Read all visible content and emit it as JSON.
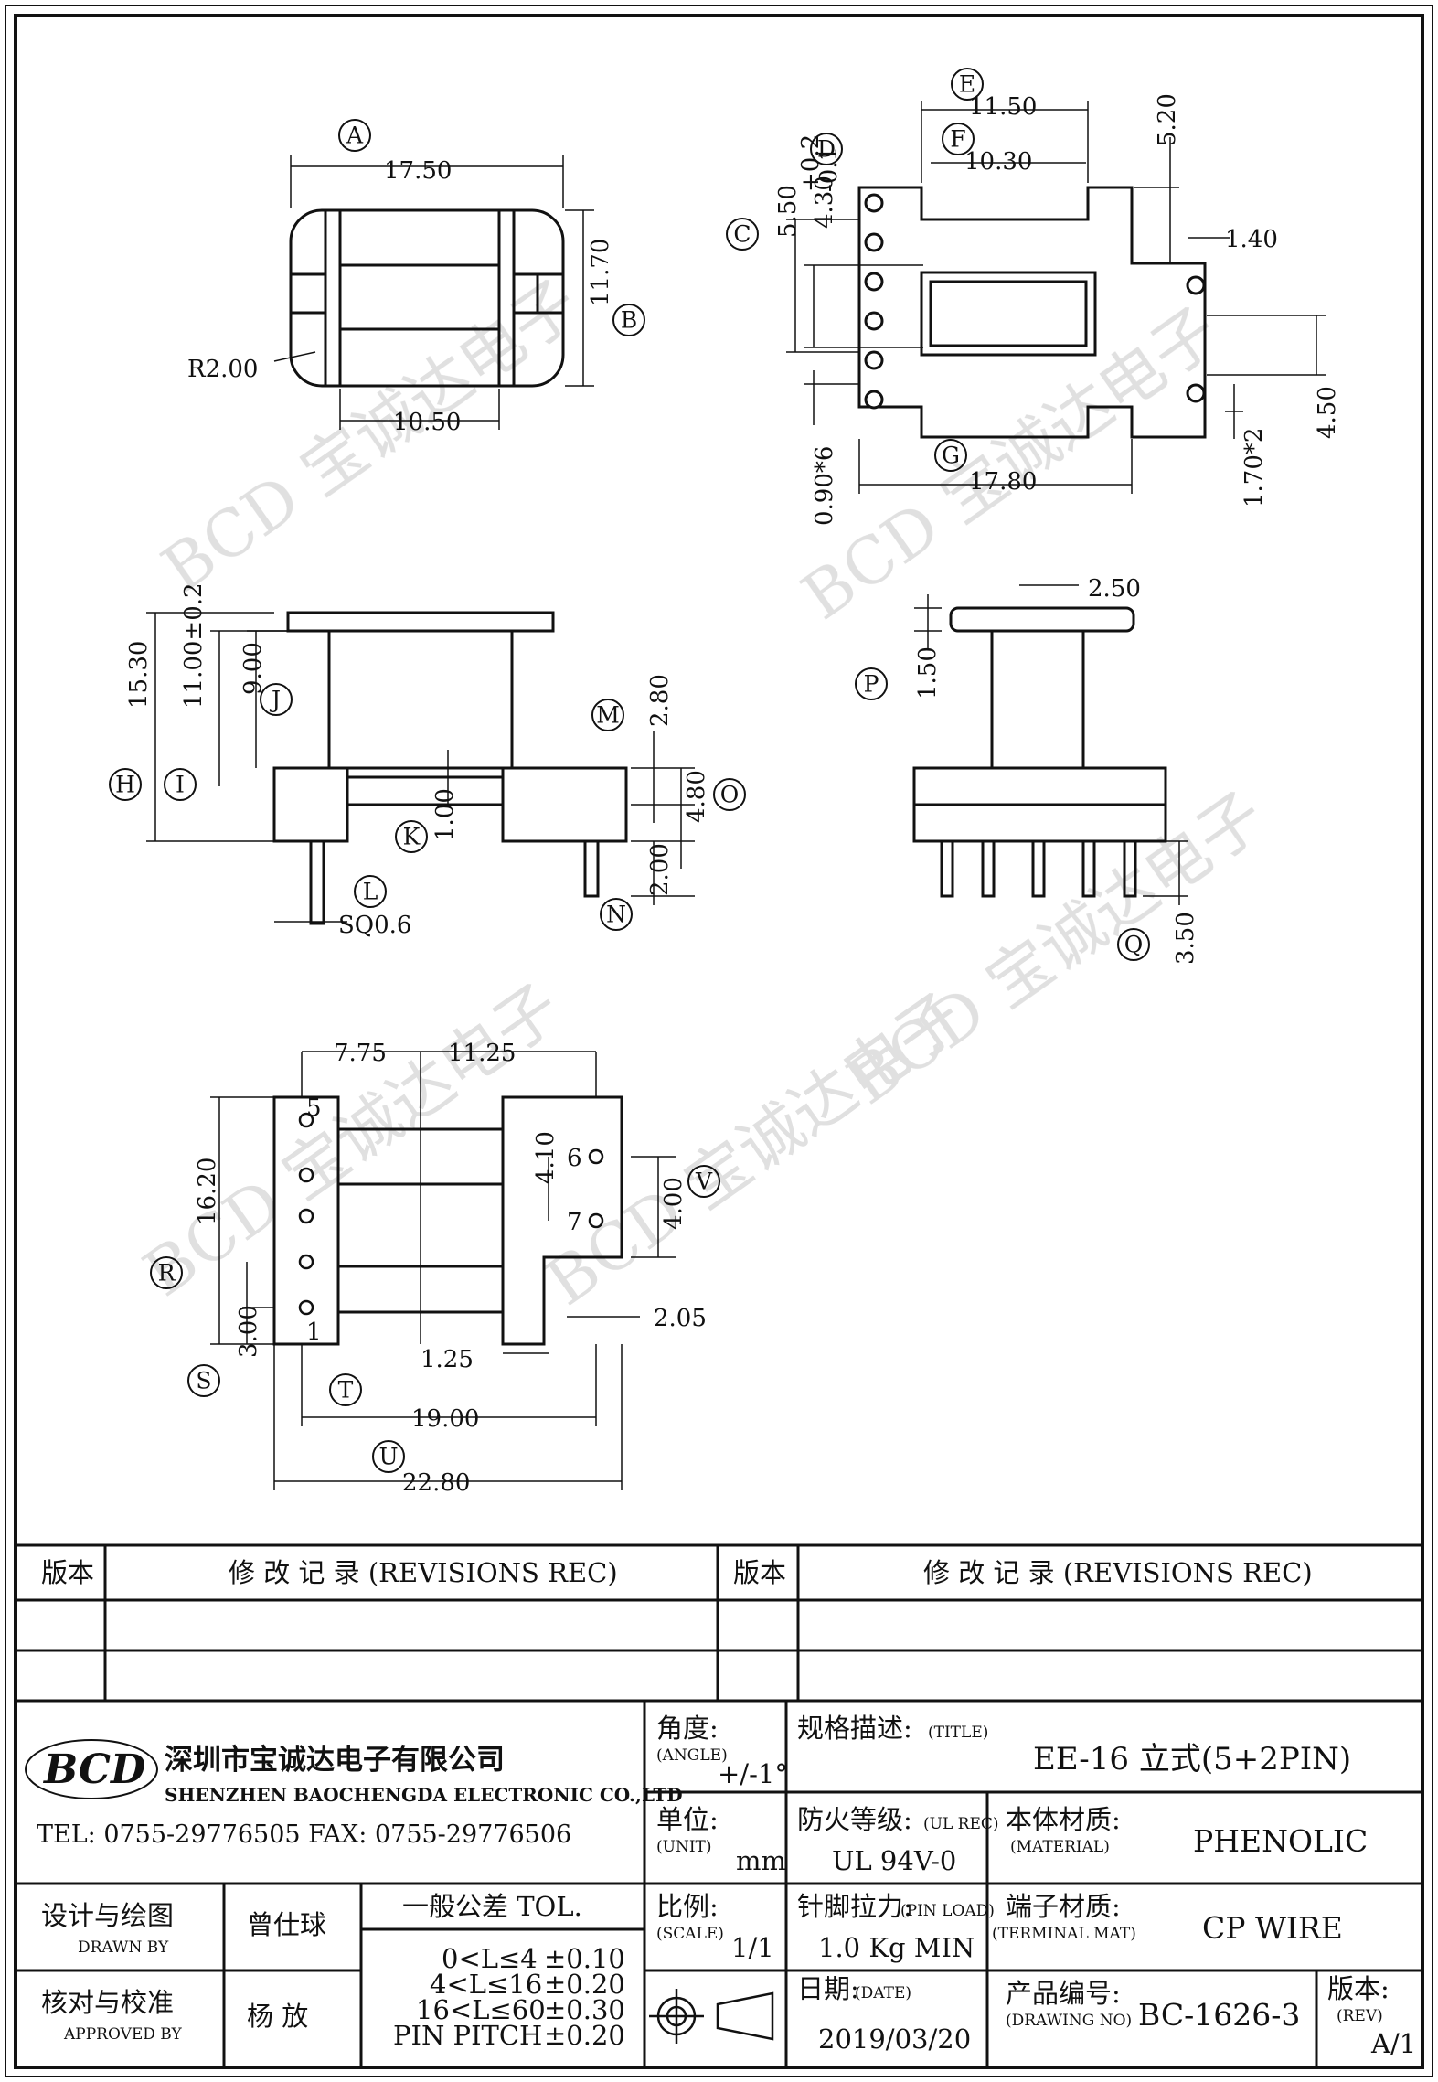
{
  "watermark": "BCD 宝诚达电子",
  "labels": [
    "A",
    "B",
    "C",
    "D",
    "E",
    "F",
    "G",
    "H",
    "I",
    "J",
    "K",
    "L",
    "M",
    "N",
    "O",
    "P",
    "Q",
    "R",
    "S",
    "T",
    "U",
    "V"
  ],
  "dimensions": {
    "top_left": {
      "width": "17.50",
      "height": "11.70",
      "inner": "10.50",
      "radius": "R2.00"
    },
    "top_right": {
      "e": "11.50",
      "f": "10.30",
      "d": "4.30",
      "d_tol_upper": "+0.2",
      "d_tol_lower": "-0.1",
      "c": "5.50",
      "g": "17.80",
      "r1": "5.20",
      "r2": "1.40",
      "r3": "4.50",
      "pitch1": "0.90*6",
      "pitch2": "1.70*2"
    },
    "mid_left": {
      "h": "15.30",
      "i": "11.00±0.2",
      "j": "9.00",
      "k": "1.00",
      "l": "SQ0.6",
      "m": "2.80",
      "o": "4.80",
      "n": "2.00"
    },
    "mid_right": {
      "top": "2.50",
      "p": "1.50",
      "q": "3.50"
    },
    "bottom": {
      "a": "7.75",
      "b": "11.25",
      "r": "16.20",
      "s": "3.00",
      "t": "19.00",
      "u": "22.80",
      "v1": "4.10",
      "v2": "4.00",
      "w": "2.05",
      "x": "1.25",
      "pin5": "5",
      "pin1": "1",
      "pin6": "6",
      "pin7": "7"
    }
  },
  "revisions": {
    "ver_label": "版本",
    "rec_label": "修 改 记 录 (REVISIONS REC)"
  },
  "title_block": {
    "company_cn": "深圳市宝诚达电子有限公司",
    "company_en": "SHENZHEN BAOCHENGDA ELECTRONIC CO.,LTD",
    "phone": "TEL: 0755-29776505  FAX: 0755-29776506",
    "logo": "BCD",
    "angle_label": "角度:",
    "angle_en": "(ANGLE)",
    "angle_value": "+/-1°",
    "title_label": "规格描述:",
    "title_en": "(TITLE)",
    "title_value": "EE-16 立式(5+2PIN)",
    "unit_label": "单位:",
    "unit_en": "(UNIT)",
    "unit_value": "mm",
    "ul_label": "防火等级:",
    "ul_en": "(UL REC)",
    "ul_value": "UL 94V-0",
    "material_label": "本体材质:",
    "material_en": "(MATERIAL)",
    "material_value": "PHENOLIC",
    "drawn_label": "设计与绘图",
    "drawn_en": "DRAWN BY",
    "drawn_value": "曾仕球",
    "tol_label": "一般公差 TOL.",
    "tol_rows": [
      {
        "range": "0<L≤4",
        "value": "±0.10"
      },
      {
        "range": "4<L≤16",
        "value": "±0.20"
      },
      {
        "range": "16<L≤60",
        "value": "±0.30"
      },
      {
        "range": "PIN PITCH",
        "value": "±0.20"
      }
    ],
    "scale_label": "比例:",
    "scale_en": "(SCALE)",
    "scale_value": "1/1",
    "pin_label": "针脚拉力:",
    "pin_en": "(PIN LOAD)",
    "pin_value": "1.0 Kg MIN",
    "terminal_label": "端子材质:",
    "terminal_en": "(TERMINAL MAT)",
    "terminal_value": "CP WIRE",
    "approved_label": "核对与校准",
    "approved_en": "APPROVED BY",
    "approved_value": "杨  放",
    "date_label": "日期:",
    "date_en": "(DATE)",
    "date_value": "2019/03/20",
    "drawing_label": "产品编号:",
    "drawing_en": "(DRAWING NO)",
    "drawing_value": "BC-1626-3",
    "rev_label": "版本:",
    "rev_en": "(REV)",
    "rev_value": "A/1"
  }
}
